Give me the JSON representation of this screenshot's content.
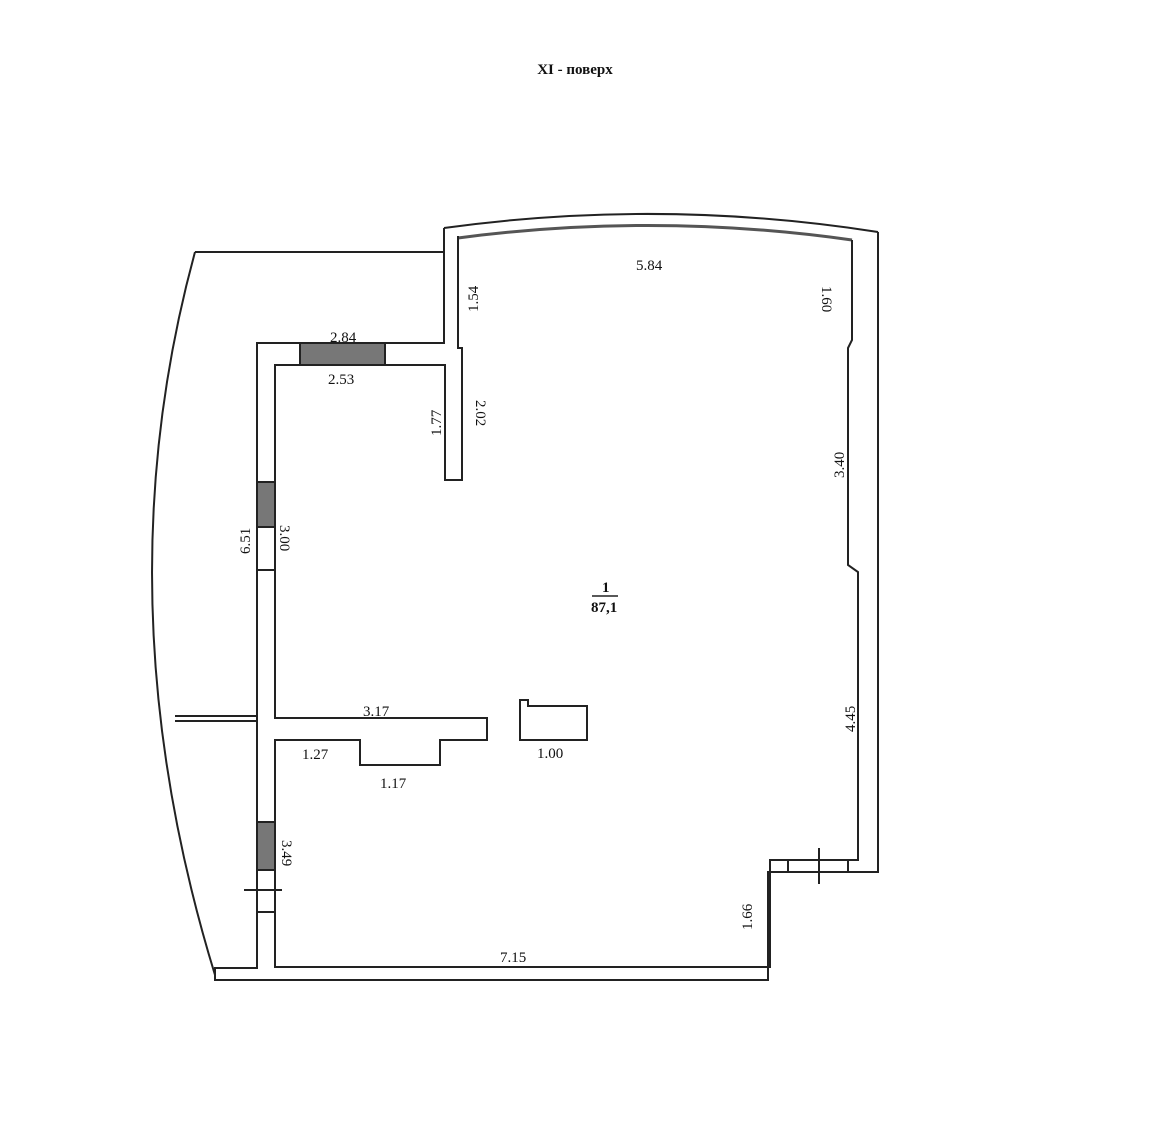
{
  "title": "XI - поверх",
  "room": {
    "number": "1",
    "area": "87,1"
  },
  "dimensions": {
    "top": "5.84",
    "top_left_wall": "1.54",
    "top_right_wall": "1.60",
    "window_outer": "2.84",
    "window_inner": "2.53",
    "stub_inner": "1.77",
    "stub_outer": "2.02",
    "right_upper": "3.40",
    "left_outer": "6.51",
    "left_inner": "3.00",
    "partition": "3.17",
    "notch_left": "1.27",
    "notch": "1.17",
    "column": "1.00",
    "right_lower": "4.45",
    "left_lower": "3.49",
    "step": "1.66",
    "bottom": "7.15"
  }
}
